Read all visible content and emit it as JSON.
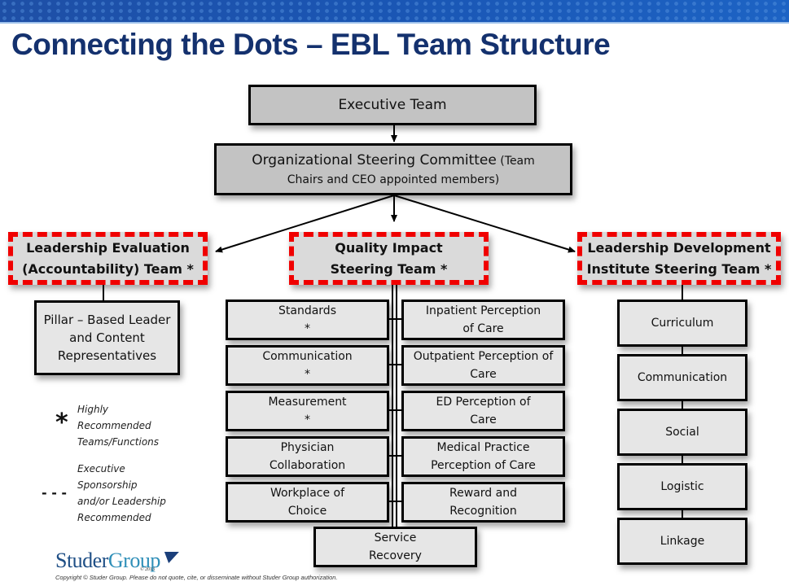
{
  "header": {
    "title": "Connecting the Dots – EBL Team Structure"
  },
  "colors": {
    "banner": "#1a56b4",
    "title": "#14316e",
    "box_fill": "#e6e6e6",
    "top_box_fill": "#c3c3c3",
    "dashed_border": "#ff0000"
  },
  "top": {
    "executive_team": "Executive Team",
    "steering_committee_main": "Organizational Steering Committee",
    "steering_committee_sub1": " (Team",
    "steering_committee_sub2": "Chairs and CEO appointed members)"
  },
  "teams": {
    "left": {
      "line1": "Leadership Evaluation",
      "line2": "(Accountability) Team *"
    },
    "center": {
      "line1": "Quality Impact",
      "line2": "Steering Team *"
    },
    "right": {
      "line1": "Leadership Development",
      "line2": "Institute Steering Team *"
    }
  },
  "left_children": [
    {
      "line1": "Pillar – Based Leader",
      "line2": "and Content",
      "line3": "Representatives"
    }
  ],
  "center_left_children": [
    {
      "line1": "Standards",
      "line2": "*"
    },
    {
      "line1": "Communication",
      "line2": "*"
    },
    {
      "line1": "Measurement",
      "line2": "*"
    },
    {
      "line1": "Physician",
      "line2": "Collaboration"
    },
    {
      "line1": "Workplace of",
      "line2": "Choice"
    }
  ],
  "center_right_children": [
    {
      "line1": "Inpatient Perception",
      "line2": "of Care"
    },
    {
      "line1": "Outpatient Perception of",
      "line2": "Care"
    },
    {
      "line1": "ED Perception of",
      "line2": "Care"
    },
    {
      "line1": "Medical Practice",
      "line2": "Perception of Care"
    },
    {
      "line1": "Reward and",
      "line2": "Recognition"
    }
  ],
  "center_bottom_child": {
    "line1": "Service",
    "line2": "Recovery"
  },
  "right_children": [
    {
      "label": "Curriculum"
    },
    {
      "label": "Communication"
    },
    {
      "label": "Social"
    },
    {
      "label": "Logistic"
    },
    {
      "label": "Linkage"
    }
  ],
  "legend": {
    "asterisk_symbol": "*",
    "asterisk_line1": "Highly",
    "asterisk_line2": "Recommended",
    "asterisk_line3": "Teams/Functions",
    "dash_symbol": "- - -",
    "dash_line1": "Executive",
    "dash_line2": "Sponsorship",
    "dash_line3": "and/or Leadership",
    "dash_line4": "Recommended"
  },
  "footer": {
    "logo_studer": "Studer",
    "logo_group": "Group",
    "logo_year": "© 2013",
    "copyright": "Copyright © Studer Group. Please do not quote, cite, or disseminate without Studer Group authorization."
  }
}
